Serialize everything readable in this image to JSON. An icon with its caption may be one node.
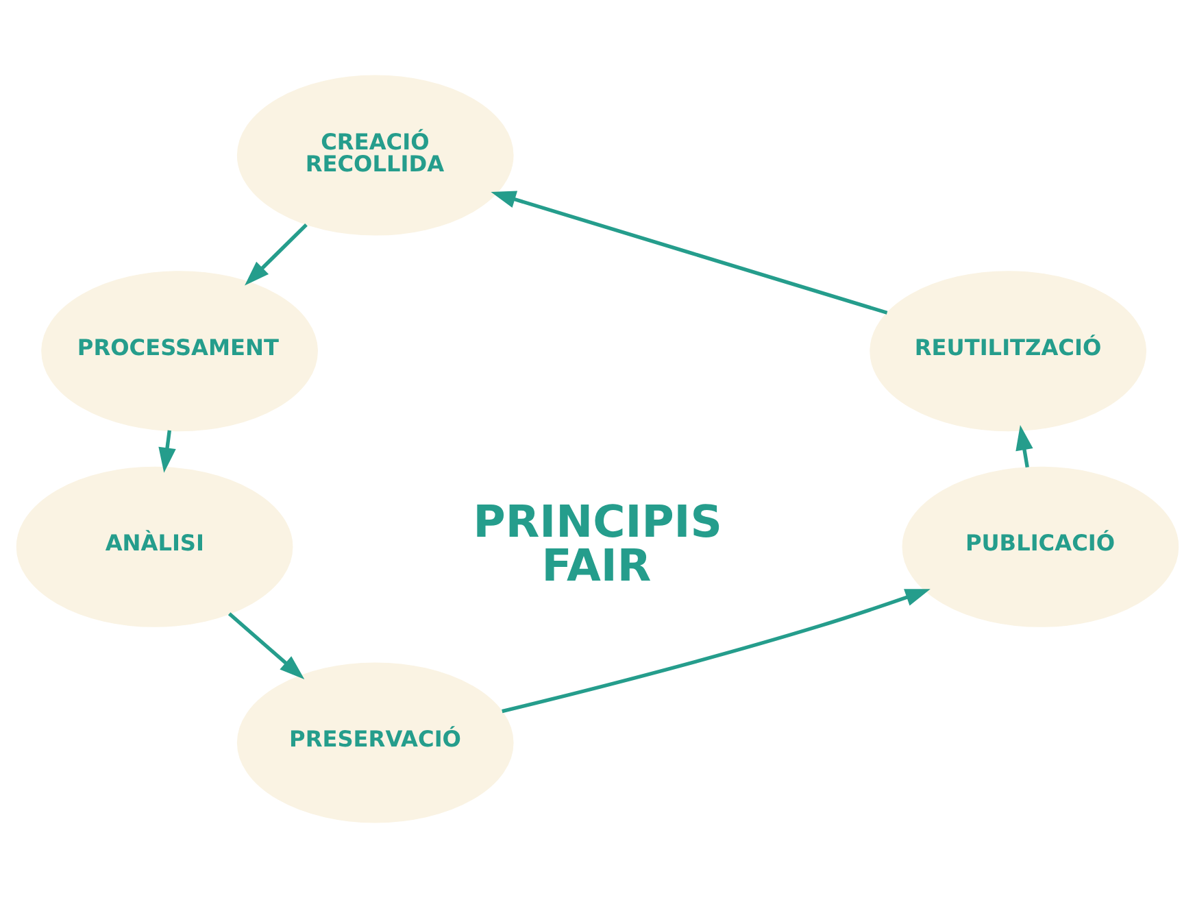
{
  "diagram": {
    "nodes": [
      {
        "text": [
          "CREACIÓ RECOLLIDA"
        ]
      },
      {
        "text": [
          "PROCESSAMENT"
        ]
      },
      {
        "text": [
          "ANÀLISI"
        ]
      },
      {
        "text": [
          "PRESERVACIÓ"
        ]
      },
      {
        "text": [
          "PUBLICACIÓ"
        ]
      },
      {
        "text": [
          "REUTILITZACIÓ"
        ]
      }
    ],
    "edges": [
      {
        "from": 0,
        "to": 1,
        "arrow": "to"
      },
      {
        "from": 1,
        "to": 2,
        "arrow": "to"
      },
      {
        "from": 2,
        "to": 3,
        "arrow": "to"
      },
      {
        "from": 3,
        "to": 4,
        "arrow": "to"
      },
      {
        "from": 4,
        "to": 5,
        "arrow": "to"
      },
      {
        "from": 5,
        "to": 0,
        "arrow": "to"
      }
    ],
    "labels": [
      "PRINCIPIS FAIR"
    ]
  }
}
